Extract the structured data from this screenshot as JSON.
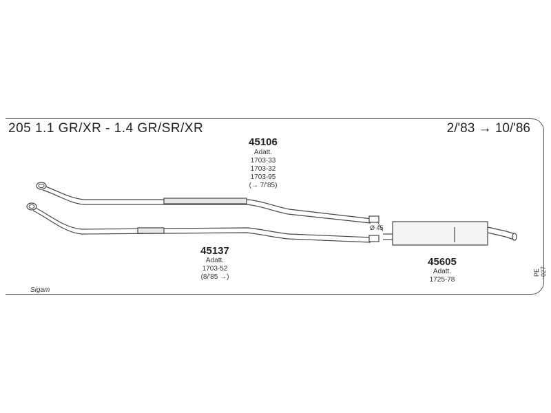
{
  "header": {
    "title": "205 1.1 GR/XR - 1.4 GR/SR/XR",
    "years": "2/'83 → 10/'86"
  },
  "parts": {
    "p45106": {
      "number": "45106",
      "lines": [
        "Adatt.",
        "1703-33",
        "1703-32",
        "1703-95",
        "(→ 7/'85)"
      ]
    },
    "p45137": {
      "number": "45137",
      "lines": [
        "Adatt.",
        "1703-52",
        "(8/'85 →)"
      ]
    },
    "p45605": {
      "number": "45605",
      "lines": [
        "Adatt.",
        "1725-78"
      ]
    }
  },
  "diameter_label": "Ø 45",
  "catalog_code": "PE 027",
  "brand": "Sigam"
}
